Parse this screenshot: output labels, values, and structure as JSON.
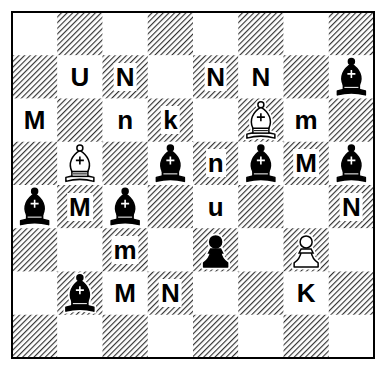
{
  "diagram": {
    "labels": [
      "U",
      "N",
      "N",
      "N",
      "M",
      "n",
      "k",
      "m",
      "n",
      "M",
      "M",
      "u",
      "N",
      "m",
      "M",
      "N",
      "K"
    ]
  }
}
